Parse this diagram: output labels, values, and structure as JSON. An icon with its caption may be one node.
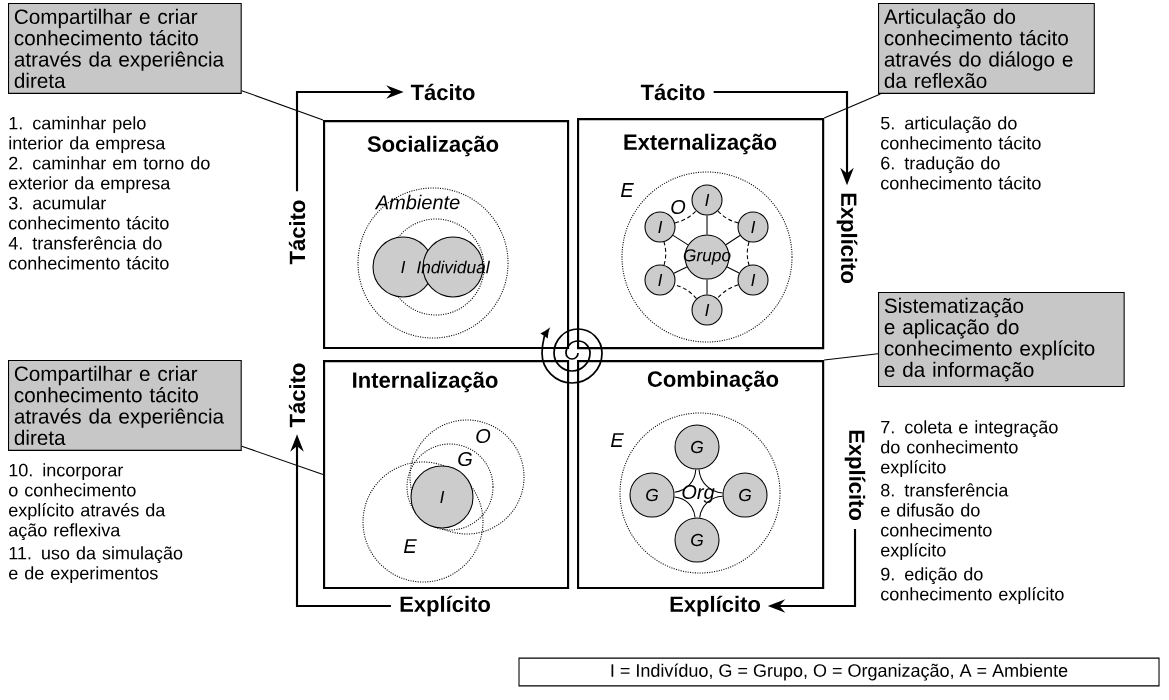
{
  "diagram": {
    "nodes": [
      {
        "text": [
          "Compartilhar e criar conhecimento tácito através da experiência direta"
        ]
      },
      {
        "text": [
          "Tácito"
        ]
      },
      {
        "text": [
          "Tácito"
        ]
      },
      {
        "text": [
          "Articulação do conhecimento tácito através do diálogo e da reflexão"
        ]
      },
      {
        "text": [
          "Tácito"
        ]
      },
      {
        "text": [
          "Socialização"
        ]
      },
      {
        "text": [
          "Externalização"
        ]
      },
      {
        "text": [
          "Explícito"
        ]
      },
      {
        "text": [
          "Sistematização e aplicação do conhecimento explícito e da informação"
        ]
      },
      {
        "text": [
          "Compartilhar e criar conhecimento tácito através da experiência direta"
        ]
      },
      {
        "text": [
          "Tácito"
        ]
      },
      {
        "text": [
          "Internalização"
        ]
      },
      {
        "text": [
          "Combinação"
        ]
      },
      {
        "text": [
          "Explícito"
        ]
      },
      {
        "text": [
          "Explícito"
        ]
      },
      {
        "text": [
          "Explícito"
        ]
      },
      {
        "text": [
          "I = Indivíduo, G = Grupo, O = Organização, A = Ambiente"
        ]
      },
      {
        "text": [
          "I"
        ],
        "in": 5
      },
      {
        "text": [
          "Individual"
        ],
        "in": 5
      },
      {
        "text": [
          "Grupo"
        ],
        "in": 6
      },
      {
        "text": [
          "I"
        ],
        "in": 6
      },
      {
        "text": [
          "I"
        ],
        "in": 6
      },
      {
        "text": [
          "I"
        ],
        "in": 6
      },
      {
        "text": [
          "I"
        ],
        "in": 6
      },
      {
        "text": [
          "I"
        ],
        "in": 6
      },
      {
        "text": [
          "I"
        ],
        "in": 6
      },
      {
        "text": [
          "I"
        ],
        "in": 11
      },
      {
        "text": [
          "G"
        ],
        "in": 12
      },
      {
        "text": [
          "G"
        ],
        "in": 12
      },
      {
        "text": [
          "G"
        ],
        "in": 12
      },
      {
        "text": [
          "G"
        ],
        "in": 12
      }
    ],
    "edges": [
      {
        "from": 4,
        "to": 1,
        "arrow": "to"
      },
      {
        "from": 2,
        "to": 7,
        "arrow": "to"
      },
      {
        "from": 13,
        "to": 15,
        "arrow": "to"
      },
      {
        "from": 14,
        "to": 10,
        "arrow": "to"
      },
      {
        "from": 0,
        "to": 5,
        "arrow": "none"
      },
      {
        "from": 3,
        "to": 6,
        "arrow": "none"
      },
      {
        "from": 8,
        "to": 12,
        "arrow": "none"
      },
      {
        "from": 9,
        "to": 11,
        "arrow": "none"
      },
      {
        "from": 19,
        "to": 20,
        "arrow": "none"
      },
      {
        "from": 19,
        "to": 21,
        "arrow": "none"
      },
      {
        "from": 19,
        "to": 22,
        "arrow": "none"
      },
      {
        "from": 19,
        "to": 23,
        "arrow": "none"
      },
      {
        "from": 19,
        "to": 24,
        "arrow": "none"
      },
      {
        "from": 19,
        "to": 25,
        "arrow": "none"
      },
      {
        "from": 20,
        "to": 21,
        "arrow": "none",
        "style": "dashed"
      },
      {
        "from": 21,
        "to": 22,
        "arrow": "none",
        "style": "dashed"
      },
      {
        "from": 22,
        "to": 23,
        "arrow": "none",
        "style": "dashed"
      },
      {
        "from": 23,
        "to": 24,
        "arrow": "none",
        "style": "dashed"
      },
      {
        "from": 24,
        "to": 25,
        "arrow": "none",
        "style": "dashed"
      },
      {
        "from": 25,
        "to": 20,
        "arrow": "none",
        "style": "dashed"
      },
      {
        "from": 27,
        "to": 28,
        "arrow": "none"
      },
      {
        "from": 28,
        "to": 29,
        "arrow": "none"
      },
      {
        "from": 29,
        "to": 30,
        "arrow": "none"
      },
      {
        "from": 30,
        "to": 27,
        "arrow": "none"
      }
    ],
    "labels": [
      "1. caminhar pelo interior da empresa",
      "2. caminhar em torno do exterior da empresa",
      "3. acumular conhecimento tácito",
      "4. transferência do conhecimento tácito",
      "5. articulação do conhecimento tácito",
      "6. tradução do conhecimento tácito",
      "Ambiente",
      "E",
      "O",
      "O",
      "G",
      "E",
      "E",
      "Org",
      "7. coleta e integração do conhecimento explícito",
      "8. transferência e difusão do conhecimento explícito",
      "9. edição do conhecimento explícito",
      "10. incorporar o conhecimento explícito através da ação reflexiva",
      "11. uso da simulação e de experimentos"
    ]
  }
}
